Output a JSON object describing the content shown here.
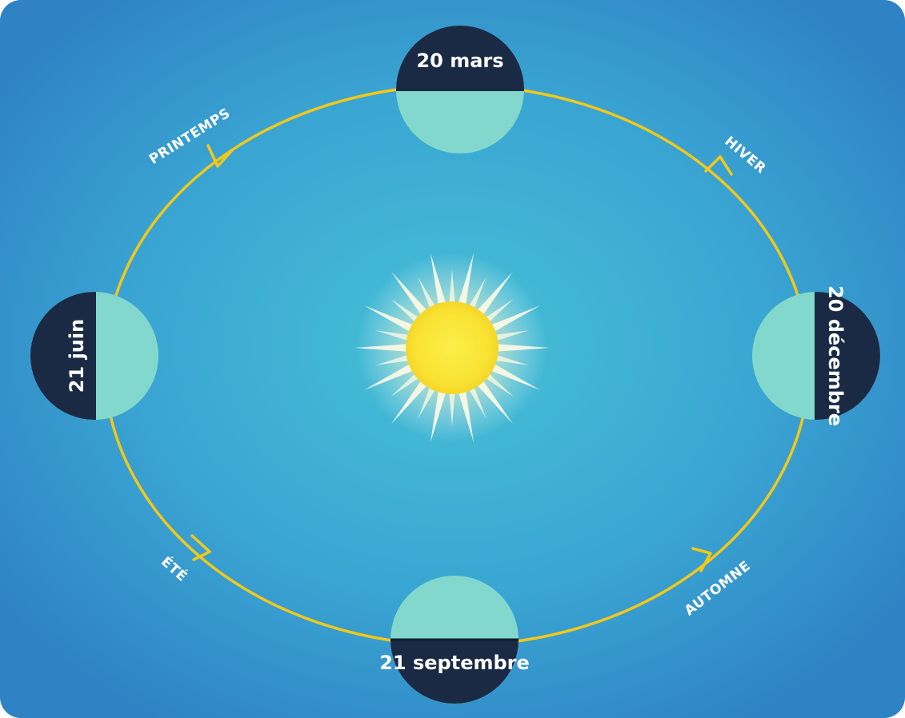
{
  "positions": {
    "march": {
      "date": "20 mars"
    },
    "june": {
      "date": "21 juin"
    },
    "september": {
      "date": "21 septembre"
    },
    "december": {
      "date": "20 décembre"
    }
  },
  "seasons": {
    "spring": "PRINTEMPS",
    "summer": "ÉTÉ",
    "autumn": "AUTOMNE",
    "winter": "HIVER"
  },
  "colors": {
    "background": "#2f8fcb",
    "orbit": "#f2c81a",
    "sun": "#fbe537",
    "earth_day": "#82d8cc",
    "earth_night": "#1a2a45",
    "label": "#ffffff"
  }
}
